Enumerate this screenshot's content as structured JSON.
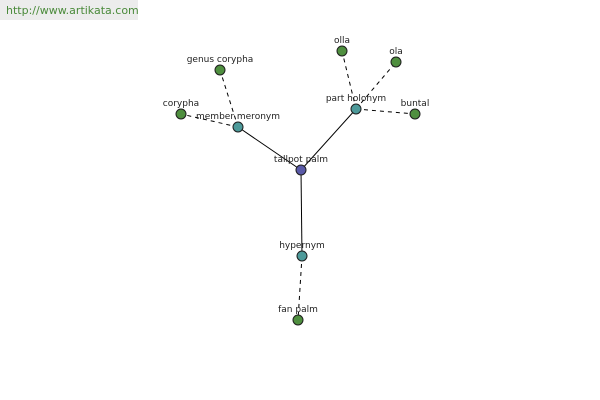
{
  "watermark": {
    "url": "http://www.artikata.com"
  },
  "colors": {
    "center": "#5a5aa8",
    "relation": "#4d9a9a",
    "leaf": "#4f8f3f",
    "edge": "#000000"
  },
  "nodes": [
    {
      "id": "tallpot-palm",
      "label": "tallpot palm",
      "kind": "center"
    },
    {
      "id": "member-meronym",
      "label": "member meronym",
      "kind": "relation"
    },
    {
      "id": "part-holonym",
      "label": "part holonym",
      "kind": "relation"
    },
    {
      "id": "hypernym",
      "label": "hypernym",
      "kind": "relation"
    },
    {
      "id": "genus-corypha",
      "label": "genus corypha",
      "kind": "leaf"
    },
    {
      "id": "corypha",
      "label": "corypha",
      "kind": "leaf"
    },
    {
      "id": "olla",
      "label": "olla",
      "kind": "leaf"
    },
    {
      "id": "ola",
      "label": "ola",
      "kind": "leaf"
    },
    {
      "id": "buntal",
      "label": "buntal",
      "kind": "leaf"
    },
    {
      "id": "fan-palm",
      "label": "fan palm",
      "kind": "leaf"
    }
  ],
  "edges": [
    {
      "from": "tallpot-palm",
      "to": "member-meronym",
      "style": "solid"
    },
    {
      "from": "tallpot-palm",
      "to": "part-holonym",
      "style": "solid"
    },
    {
      "from": "tallpot-palm",
      "to": "hypernym",
      "style": "solid"
    },
    {
      "from": "member-meronym",
      "to": "genus-corypha",
      "style": "dashed"
    },
    {
      "from": "member-meronym",
      "to": "corypha",
      "style": "dashed"
    },
    {
      "from": "part-holonym",
      "to": "olla",
      "style": "dashed"
    },
    {
      "from": "part-holonym",
      "to": "ola",
      "style": "dashed"
    },
    {
      "from": "part-holonym",
      "to": "buntal",
      "style": "dashed"
    },
    {
      "from": "hypernym",
      "to": "fan-palm",
      "style": "dashed"
    }
  ]
}
